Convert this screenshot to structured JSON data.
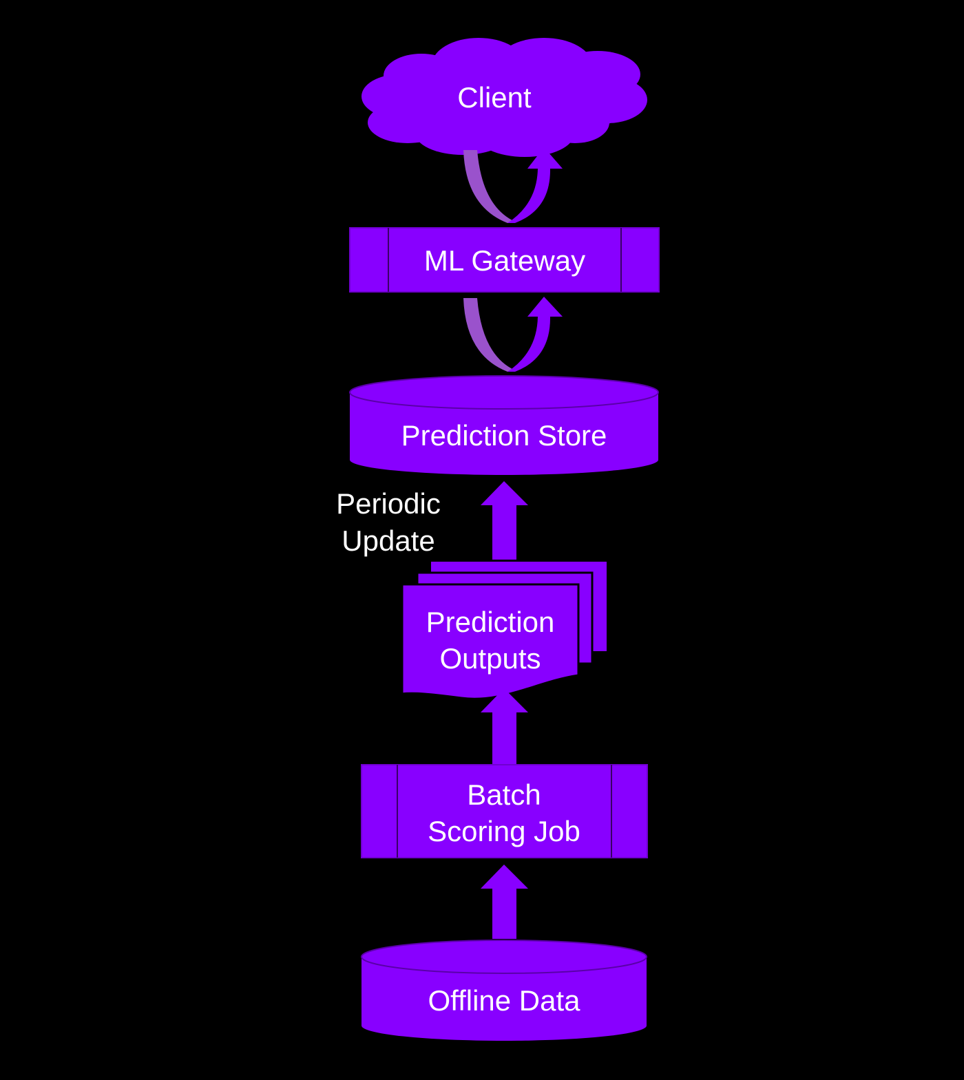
{
  "colors": {
    "background": "#000000",
    "node_fill": "#8800ff",
    "node_stroke": "#7000d0",
    "arrow_fill": "#8800ff",
    "arrow_back": "#9a52cc",
    "text": "#ffffff"
  },
  "nodes": {
    "client": {
      "label": "Client",
      "shape": "cloud"
    },
    "ml_gateway": {
      "label": "ML Gateway",
      "shape": "predefined-process"
    },
    "prediction_store": {
      "label": "Prediction Store",
      "shape": "database"
    },
    "prediction_outputs": {
      "line1": "Prediction",
      "line2": "Outputs",
      "shape": "multi-document"
    },
    "batch_scoring_job": {
      "line1": "Batch",
      "line2": "Scoring Job",
      "shape": "predefined-process"
    },
    "offline_data": {
      "label": "Offline Data",
      "shape": "database"
    }
  },
  "annotations": {
    "periodic_update": {
      "line1": "Periodic",
      "line2": "Update"
    }
  },
  "edges": [
    {
      "from": "Offline Data",
      "to": "Batch Scoring Job",
      "type": "straight-arrow"
    },
    {
      "from": "Batch Scoring Job",
      "to": "Prediction Outputs",
      "type": "straight-arrow"
    },
    {
      "from": "Prediction Outputs",
      "to": "Prediction Store",
      "type": "straight-arrow"
    },
    {
      "from": "Prediction Store",
      "to": "ML Gateway",
      "type": "u-turn-arrow"
    },
    {
      "from": "ML Gateway",
      "to": "Client",
      "type": "u-turn-arrow"
    }
  ]
}
